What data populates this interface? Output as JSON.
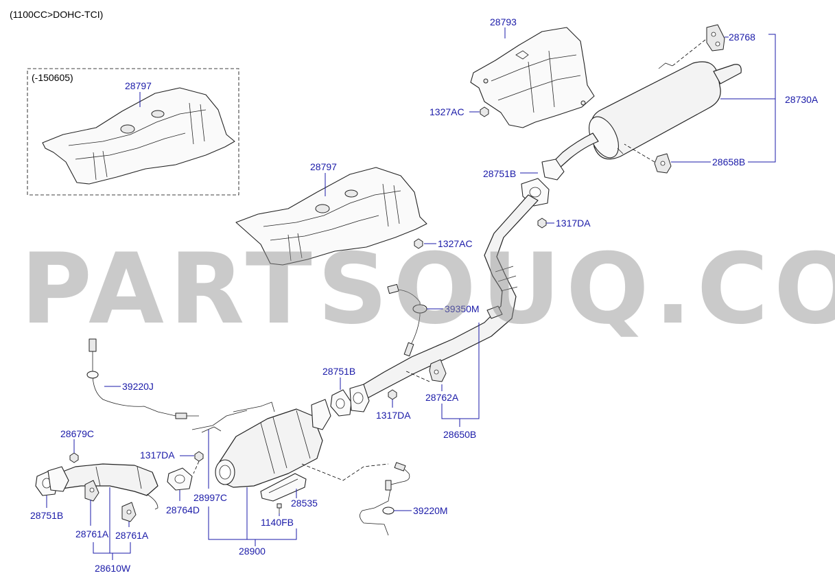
{
  "header": {
    "variant": "(1100CC>DOHC-TCI)",
    "inset_note": "(-150605)"
  },
  "watermark": "PARTSOUQ.COM",
  "labels": {
    "p28797_inset": "28797",
    "p28797": "28797",
    "p28793": "28793",
    "p28768": "28768",
    "p28730A": "28730A",
    "p1327AC_top": "1327AC",
    "p1327AC_mid": "1327AC",
    "p28658B": "28658B",
    "p28751B_top": "28751B",
    "p1317DA_top": "1317DA",
    "p39350M": "39350M",
    "p39220J": "39220J",
    "p28751B_mid": "28751B",
    "p1317DA_mid": "1317DA",
    "p28762A": "28762A",
    "p28650B": "28650B",
    "p28679C": "28679C",
    "p1317DA_left": "1317DA",
    "p28751B_left": "28751B",
    "p28764D": "28764D",
    "p28997C": "28997C",
    "p28761A_a": "28761A",
    "p28761A_b": "28761A",
    "p28535": "28535",
    "p1140FB": "1140FB",
    "p39220M": "39220M",
    "p28900": "28900",
    "p28610W": "28610W"
  }
}
